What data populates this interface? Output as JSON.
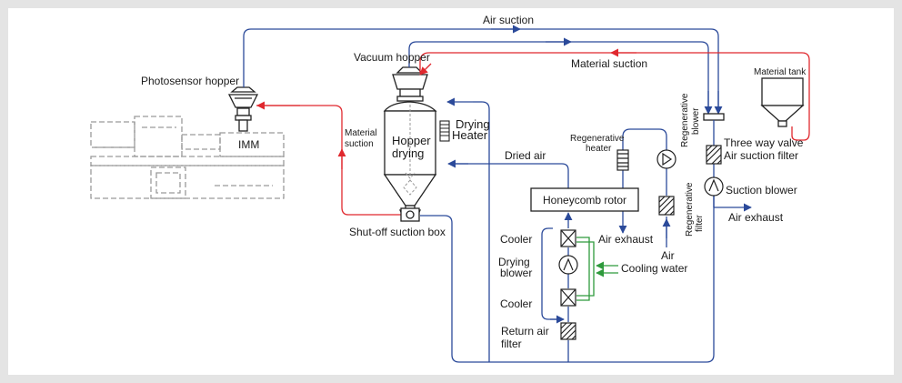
{
  "labels": {
    "air_suction_top": "Air suction",
    "vacuum_hopper": "Vacuum hopper",
    "material_suction_top": "Material suction",
    "material_tank": "Material tank",
    "photosensor_hopper": "Photosensor hopper",
    "imm": "IMM",
    "material_suction_side": [
      "Material",
      "suction"
    ],
    "hopper_drying": [
      "Hopper",
      "drying"
    ],
    "drying_heater": [
      "Drying",
      "Heater"
    ],
    "regenerative_heater": [
      "Regenerative",
      "heater"
    ],
    "regenerative_blower": [
      "Regenerative",
      "blower"
    ],
    "three_way_valve": "Three way valve",
    "air_suction_filter": "Air suction filter",
    "suction_blower": "Suction blower",
    "air_exhaust_right": "Air exhaust",
    "dried_air": "Dried air",
    "honeycomb_rotor": "Honeycomb rotor",
    "regenerative_filter": [
      "Regenerative",
      "filter"
    ],
    "air": "Air",
    "air_exhaust_mid": "Air exhaust",
    "shutoff_suction_box": "Shut-off suction box",
    "cooler_top": "Cooler",
    "drying_blower": [
      "Drying",
      "blower"
    ],
    "cooling_water": "Cooling water",
    "cooler_bottom": "Cooler",
    "return_air_filter": [
      "Return air",
      "filter"
    ]
  },
  "colors": {
    "air_line": "#2b4a9a",
    "material_line": "#e0282e",
    "cooling_water": "#2e9a3c",
    "outline": "#222222",
    "machine_dashed": "#9a9a9a",
    "frame": "#e4e4e4"
  }
}
